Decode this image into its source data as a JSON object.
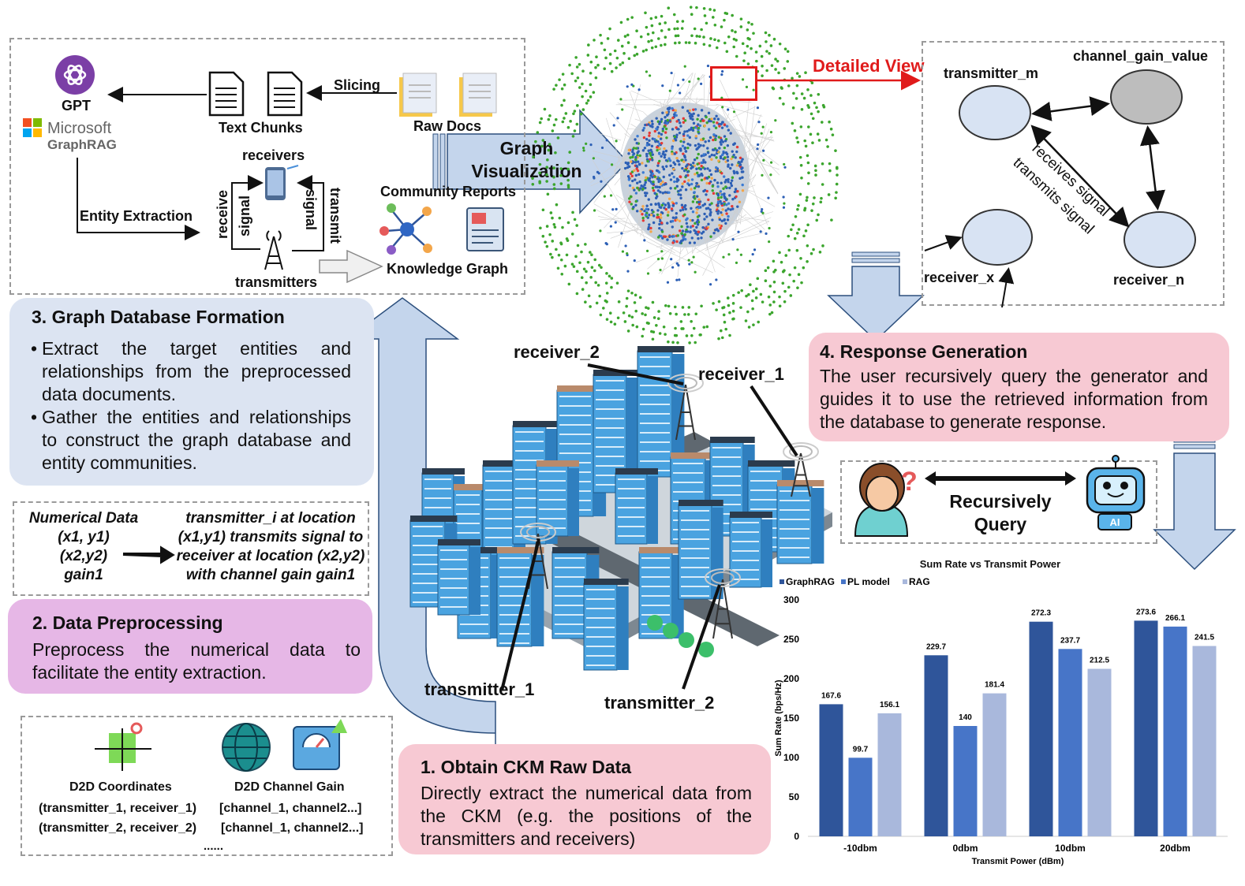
{
  "top_left": {
    "gpt_label": "GPT",
    "ms_name": "Microsoft",
    "graphrag_label": "GraphRAG",
    "text_chunks": "Text Chunks",
    "slicing": "Slicing",
    "raw_docs": "Raw Docs",
    "receivers": "receivers",
    "transmitters": "transmitters",
    "receive": "receive",
    "signal_left": "signal",
    "signal_right": "signal",
    "transmit": "transmit",
    "entity_extraction": "Entity Extraction",
    "community_reports": "Community Reports",
    "knowledge_graph": "Knowledge Graph"
  },
  "graph_vis": {
    "arrow_label": "Graph\nVisualization",
    "detailed_view": "Detailed View"
  },
  "detail": {
    "transmitter_m": "transmitter_m",
    "channel_gain_value": "channel_gain_value",
    "receiver_x": "receiver_x",
    "receiver_n": "receiver_n",
    "receives_signal": "receives signal",
    "transmits_signal": "transmits signal"
  },
  "panel3": {
    "title": "3. Graph Database Formation",
    "bullets": [
      "Extract the target entities and relationships from the preprocessed data documents.",
      "Gather the entities and relationships to construct the graph database and entity communities."
    ]
  },
  "numerical": {
    "left": "Numerical Data\n(x1, y1)\n(x2,y2)\ngain1",
    "right": "transmitter_i at location\n(x1,y1) transmits signal to\nreceiver at location (x2,y2)\nwith channel gain gain1"
  },
  "panel2": {
    "title": "2. Data Preprocessing",
    "text": "Preprocess the numerical data to facilitate the entity extraction."
  },
  "d2d": {
    "coords_title": "D2D Coordinates",
    "coords_line1": "(transmitter_1, receiver_1)",
    "coords_line2": "(transmitter_2, receiver_2)",
    "gain_title": "D2D Channel Gain",
    "gain_line1": "[channel_1, channel2...]",
    "gain_line2": "[channel_1, channel2...]",
    "ellipsis": "......"
  },
  "city": {
    "receiver_2": "receiver_2",
    "receiver_1": "receiver_1",
    "transmitter_1": "transmitter_1",
    "transmitter_2": "transmitter_2"
  },
  "panel1": {
    "title": "1. Obtain CKM Raw Data",
    "text": "Directly extract the numerical data from the CKM (e.g. the positions of the transmitters and receivers)"
  },
  "panel4": {
    "title": "4. Response Generation",
    "text": "The user recursively query the generator and guides it to use the retrieved information from the database to generate response."
  },
  "query": {
    "label": "Recursively\nQuery",
    "ai_badge": "AI",
    "question_mark": "?"
  },
  "colors": {
    "panel3_bg": "#dce4f2",
    "panel2_bg": "#e6b7e6",
    "panel1_bg": "#f7c9d3",
    "panel4_bg": "#f7c9d3",
    "arrow_fill": "#c4d5ec",
    "arrow_stroke": "#2c4f7d",
    "detail_red": "#e01b1b",
    "node_fill": "#d8e3f3",
    "node_gray": "#bdbdbd"
  },
  "chart_data": {
    "type": "bar",
    "title": "Sum Rate vs Transmit Power",
    "xlabel": "Transmit Power (dBm)",
    "ylabel": "Sum Rate (bps/Hz)",
    "categories": [
      "-10dbm",
      "0dbm",
      "10dbm",
      "20dbm"
    ],
    "ylim": [
      0,
      300
    ],
    "yticks": [
      0,
      50,
      100,
      150,
      200,
      250,
      300
    ],
    "legend_position": "top-left",
    "grid": false,
    "series": [
      {
        "name": "GraphRAG",
        "color": "#2f559a",
        "values": [
          167.6,
          229.7,
          272.3,
          273.6
        ]
      },
      {
        "name": "PL model",
        "color": "#4775c8",
        "values": [
          99.7,
          140,
          237.7,
          266.1
        ]
      },
      {
        "name": "RAG",
        "color": "#a9b8dc",
        "values": [
          156.1,
          181.4,
          212.5,
          241.5
        ]
      }
    ]
  }
}
